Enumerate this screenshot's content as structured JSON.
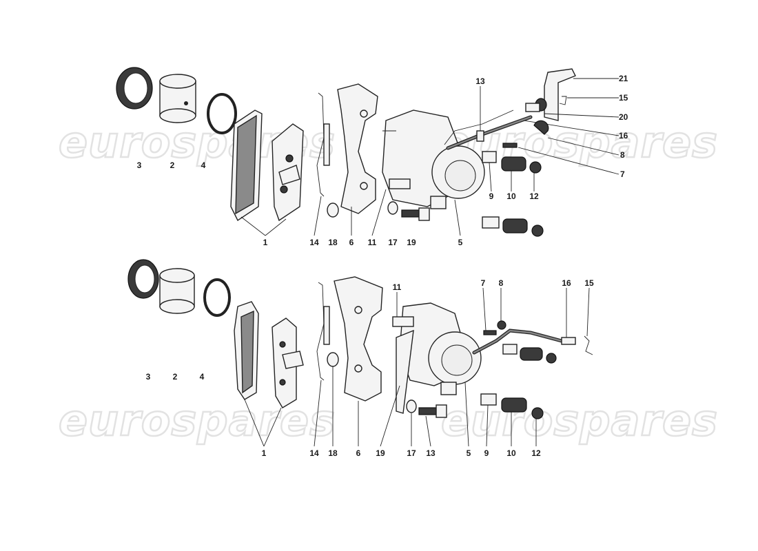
{
  "watermark": "eurospares",
  "top_assembly": {
    "labels": {
      "p3": "3",
      "p2": "2",
      "p4": "4",
      "p1": "1",
      "p14": "14",
      "p18": "18",
      "p6": "6",
      "p11": "11",
      "p17": "17",
      "p19": "19",
      "p5": "5",
      "p13": "13",
      "p21": "21",
      "p15": "15",
      "p20": "20",
      "p16": "16",
      "p8": "8",
      "p7": "7",
      "p9": "9",
      "p10": "10",
      "p12": "12"
    }
  },
  "bottom_assembly": {
    "labels": {
      "p3": "3",
      "p2": "2",
      "p4": "4",
      "p1": "1",
      "p14": "14",
      "p18": "18",
      "p6": "6",
      "p19": "19",
      "p17": "17",
      "p13": "13",
      "p5": "5",
      "p9": "9",
      "p10": "10",
      "p12": "12",
      "p11": "11",
      "p7": "7",
      "p8": "8",
      "p16": "16",
      "p15": "15"
    }
  }
}
